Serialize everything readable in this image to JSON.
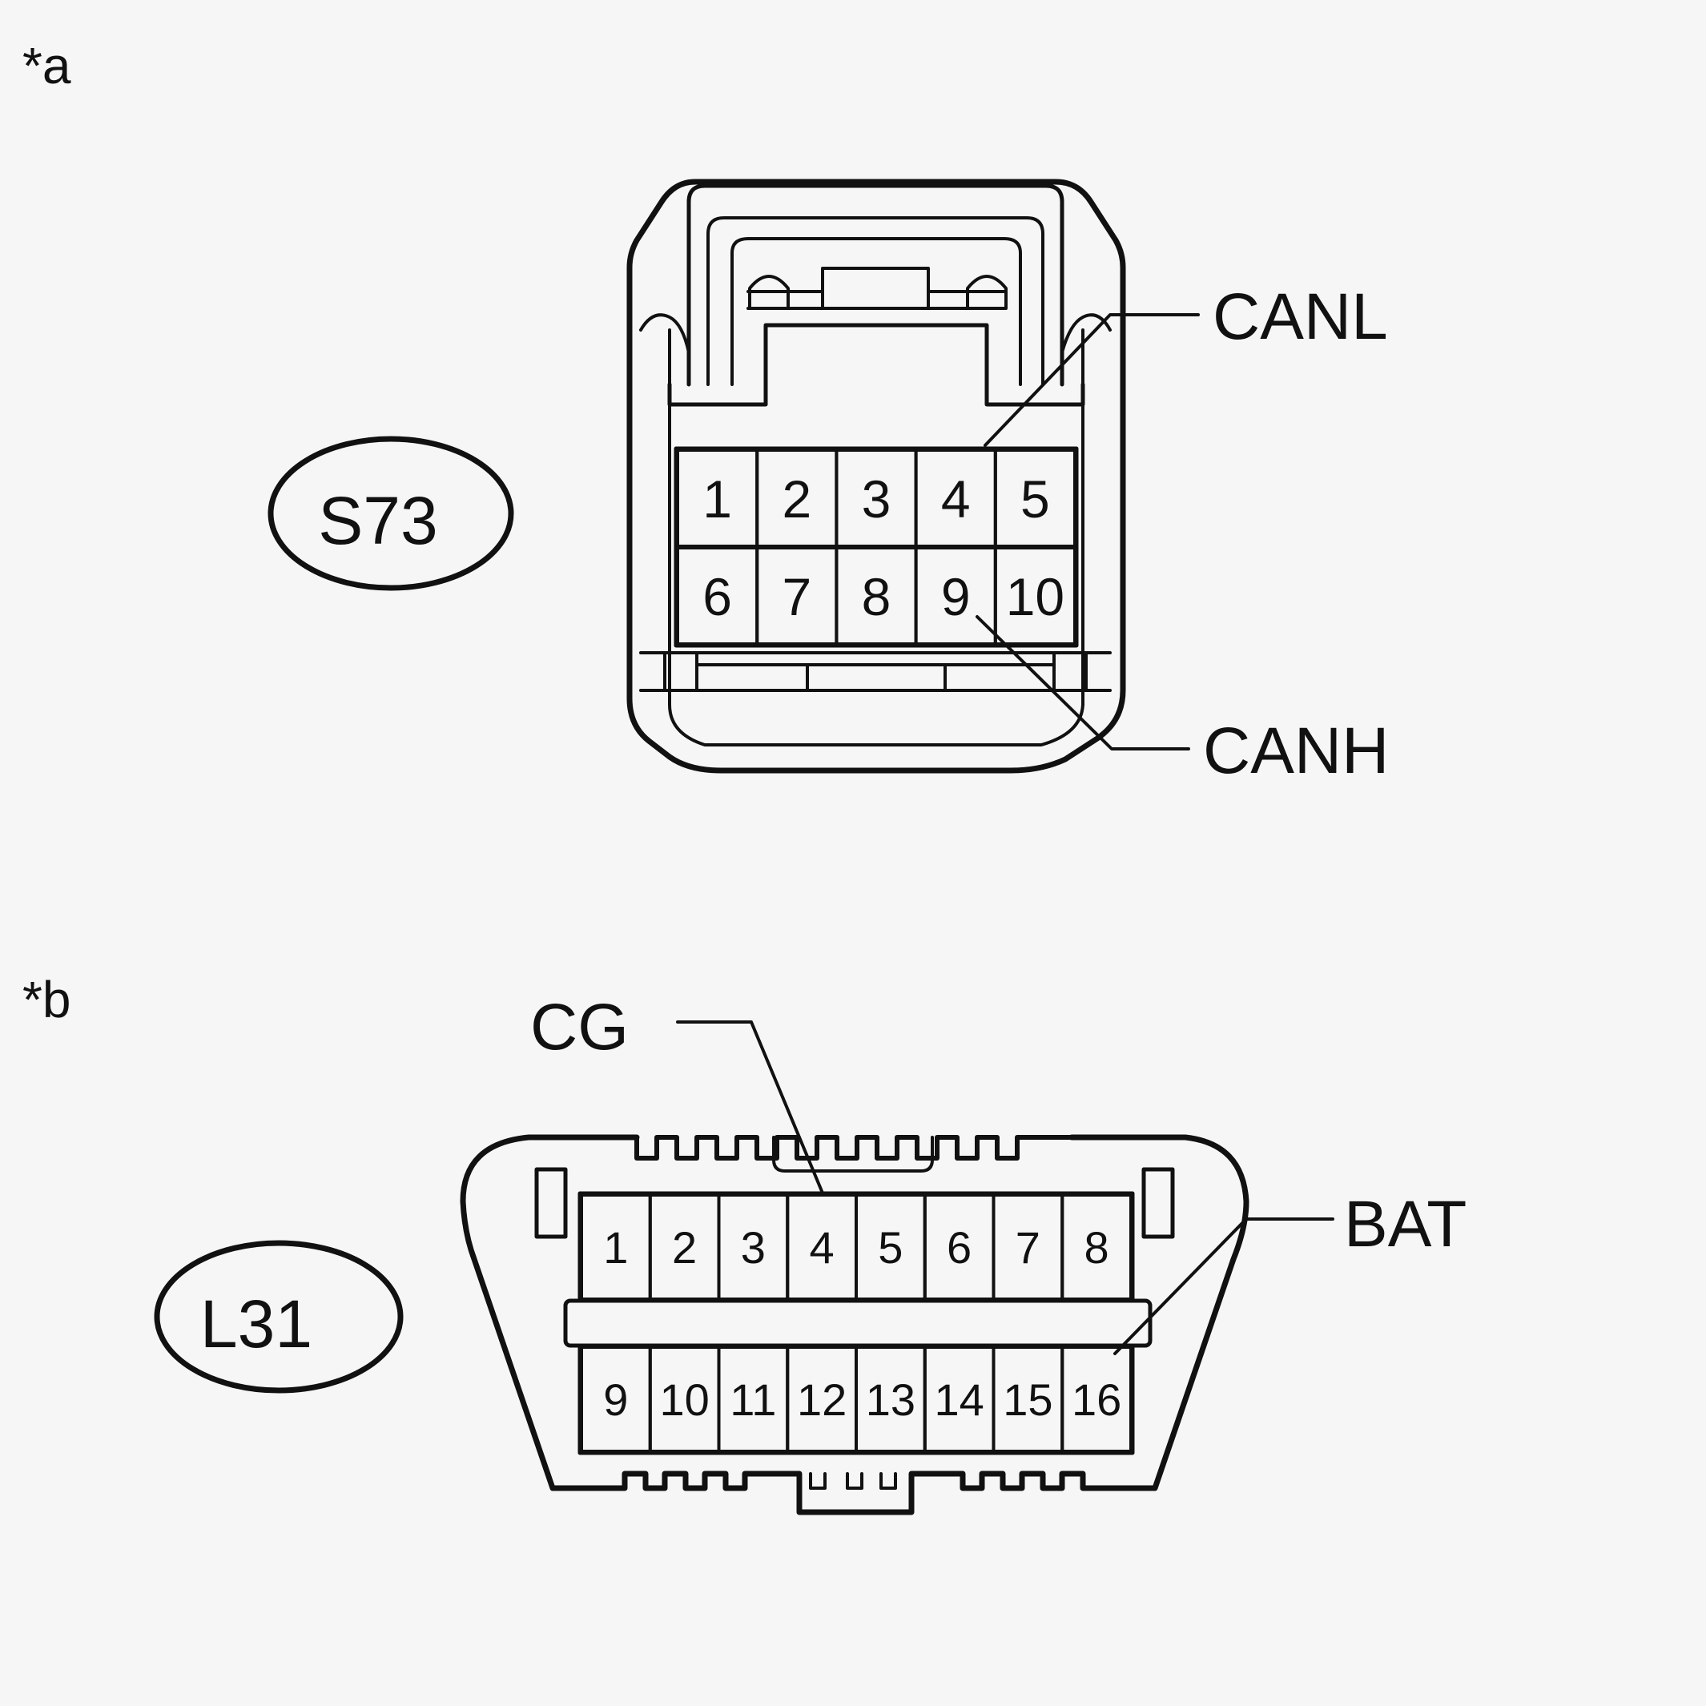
{
  "sections": [
    {
      "id": "a",
      "marker": "*a",
      "connector_code": "S73",
      "pins_top": [
        "1",
        "2",
        "3",
        "4",
        "5"
      ],
      "pins_bottom": [
        "6",
        "7",
        "8",
        "9",
        "10"
      ],
      "signals": [
        {
          "name": "CANL",
          "pin": "4"
        },
        {
          "name": "CANH",
          "pin": "9"
        }
      ]
    },
    {
      "id": "b",
      "marker": "*b",
      "connector_code": "L31",
      "pins_top": [
        "1",
        "2",
        "3",
        "4",
        "5",
        "6",
        "7",
        "8"
      ],
      "pins_bottom": [
        "9",
        "10",
        "11",
        "12",
        "13",
        "14",
        "15",
        "16"
      ],
      "signals": [
        {
          "name": "CG",
          "pin": "4"
        },
        {
          "name": "BAT",
          "pin": "16"
        }
      ]
    }
  ],
  "colors": {
    "background": "#f6f6f6",
    "line": "#111111"
  }
}
